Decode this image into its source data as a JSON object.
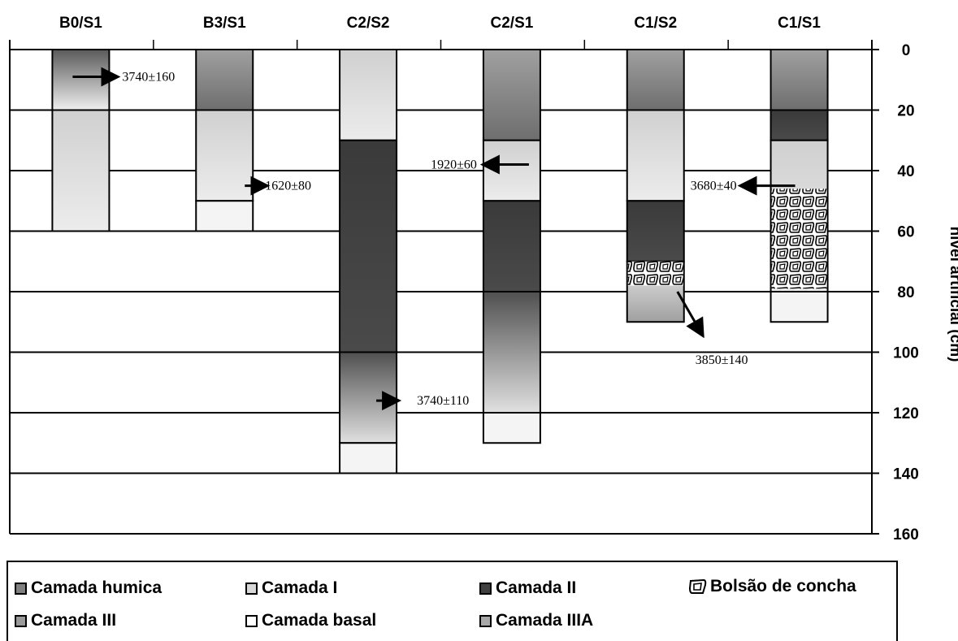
{
  "chart_data": {
    "type": "bar",
    "subtype": "stratigraphic-column",
    "y_axis_title": "nível artificial (cm)",
    "ylim": [
      0,
      160
    ],
    "yticks": [
      0,
      20,
      40,
      60,
      80,
      100,
      120,
      140,
      160
    ],
    "y_inverted": true,
    "y_axis_side": "right",
    "grid": true,
    "legend_position": "bottom",
    "columns": [
      {
        "label": "B0/S1",
        "layers": [
          {
            "layer": "Camada humica",
            "from": 0,
            "to": 20,
            "gradient": true
          },
          {
            "layer": "Camada I",
            "from": 20,
            "to": 60
          }
        ]
      },
      {
        "label": "B3/S1",
        "layers": [
          {
            "layer": "Camada humica",
            "from": 0,
            "to": 20
          },
          {
            "layer": "Camada I",
            "from": 20,
            "to": 50
          },
          {
            "layer": "Camada basal",
            "from": 50,
            "to": 60
          }
        ]
      },
      {
        "label": "C2/S2",
        "layers": [
          {
            "layer": "Camada I",
            "from": 0,
            "to": 30
          },
          {
            "layer": "Camada II",
            "from": 30,
            "to": 100
          },
          {
            "layer": "Camada III",
            "from": 100,
            "to": 130,
            "gradient": true
          },
          {
            "layer": "Camada basal",
            "from": 130,
            "to": 140
          }
        ]
      },
      {
        "label": "C2/S1",
        "layers": [
          {
            "layer": "Camada humica",
            "from": 0,
            "to": 30
          },
          {
            "layer": "Camada I",
            "from": 30,
            "to": 50
          },
          {
            "layer": "Camada II",
            "from": 50,
            "to": 80
          },
          {
            "layer": "Camada III",
            "from": 80,
            "to": 120,
            "gradient": true
          },
          {
            "layer": "Camada basal",
            "from": 120,
            "to": 130
          }
        ]
      },
      {
        "label": "C1/S2",
        "layers": [
          {
            "layer": "Camada humica",
            "from": 0,
            "to": 20
          },
          {
            "layer": "Camada I",
            "from": 20,
            "to": 50
          },
          {
            "layer": "Camada II",
            "from": 50,
            "to": 70
          },
          {
            "layer": "Camada IIIA",
            "from": 70,
            "to": 90,
            "shells_from": 70,
            "shells_to": 78
          }
        ]
      },
      {
        "label": "C1/S1",
        "layers": [
          {
            "layer": "Camada humica",
            "from": 0,
            "to": 20
          },
          {
            "layer": "Camada II",
            "from": 20,
            "to": 30
          },
          {
            "layer": "Camada I",
            "from": 30,
            "to": 80,
            "shells_from": 46,
            "shells_to": 79
          },
          {
            "layer": "Camada basal",
            "from": 80,
            "to": 90
          }
        ]
      }
    ],
    "annotations": [
      {
        "text": "3740±160",
        "column": 0,
        "depth": 9,
        "arrow": "right"
      },
      {
        "text": "1620±80",
        "column": 1,
        "depth": 45,
        "arrow": "right"
      },
      {
        "text": "3740±110",
        "column": 2,
        "depth": 116,
        "arrow": "right"
      },
      {
        "text": "1920±60",
        "column": 3,
        "depth": 38,
        "arrow": "left"
      },
      {
        "text": "3850±140",
        "column": 4,
        "depth": 94,
        "arrow": "down-right"
      },
      {
        "text": "3680±40",
        "column": 5,
        "depth": 45,
        "arrow": "left"
      }
    ],
    "legend": [
      {
        "label": "Camada humica",
        "color": "#808080"
      },
      {
        "label": "Camada I",
        "color": "#d8d8d8"
      },
      {
        "label": "Camada II",
        "color": "#404040"
      },
      {
        "label": "Bolsão de concha",
        "color": "#ffffff",
        "pattern": "shell"
      },
      {
        "label": "Camada III",
        "color": "#9a9a9a"
      },
      {
        "label": "Camada basal",
        "color": "#ffffff"
      },
      {
        "label": "Camada IIIA",
        "color": "#a8a8a8"
      }
    ]
  }
}
